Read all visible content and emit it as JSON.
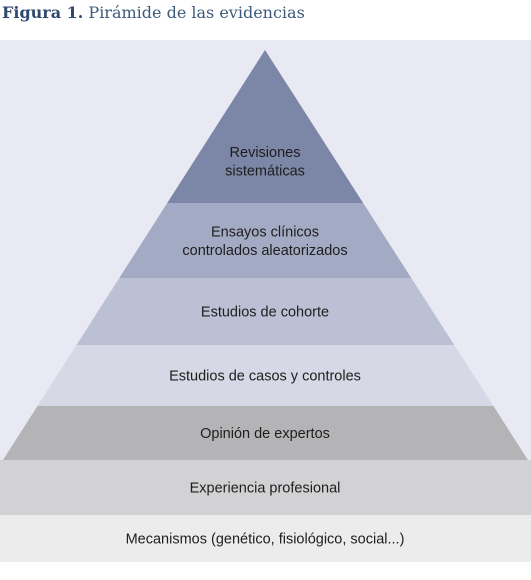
{
  "figure": {
    "label": "Figura 1.",
    "title": "Pirámide de las evidencias"
  },
  "colors": {
    "title_label": "#2f4a6e",
    "title_text": "#3d5a7a",
    "panel_background": "#e9e9f4",
    "text": "#1e1e1e"
  },
  "levels": [
    {
      "lines": [
        "Revisiones",
        "sistemáticas"
      ],
      "color": "#7c86a6"
    },
    {
      "lines": [
        "Ensayos clínicos",
        "controlados aleatorizados"
      ],
      "color": "#a3aac4"
    },
    {
      "lines": [
        "Estudios de cohorte"
      ],
      "color": "#bbc0d5"
    },
    {
      "lines": [
        "Estudios de casos y controles"
      ],
      "color": "#d6d8e5"
    },
    {
      "lines": [
        "Opinión de expertos"
      ],
      "color": "#b4b4b6"
    },
    {
      "lines": [
        "Experiencia profesional"
      ],
      "color": "#d2d2d4"
    },
    {
      "lines": [
        "Mecanismos (genético, fisiológico, social...)"
      ],
      "color": "#ececed"
    }
  ]
}
